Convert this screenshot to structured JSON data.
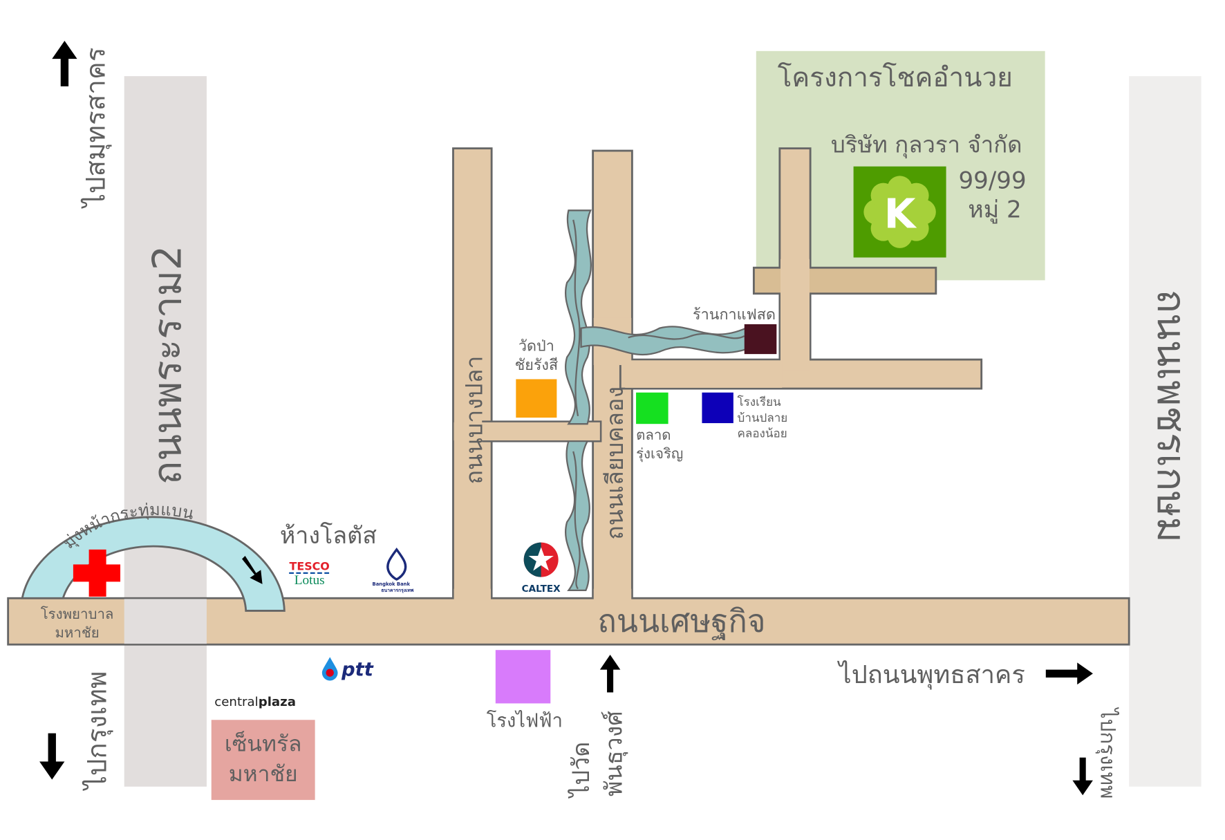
{
  "map": {
    "project_name": "โครงการโชคอำนวย",
    "company": "บริษัท กุลวรา จำกัด",
    "address_line1": "99/99",
    "address_line2": "หมู่ 2",
    "logo_letter": "K",
    "roads": {
      "rama2": "ถนนพระราม2",
      "phetkasem": "ถนนเพชรเกษม",
      "setthakit": "ถนนเศษฐกิจ",
      "bang_pla": "ถนนบางปลา",
      "liap_khlong": "ถนนเลียบคลอง"
    },
    "directions": {
      "to_samut_sakhon": "ไปสมุทรสาคร",
      "to_bangkok_left": "ไปกรุงเทพ",
      "to_bangkok_right": "ไปกรุงเทพ",
      "to_phutthasakhon": "ไปถนนพุทธสาคร",
      "to_wat_line1": "ไปวัด",
      "to_wat_line2": "พันธุวงศ์",
      "uturn": "มุ่งหน้ากระทุ่มแบน"
    },
    "landmarks": {
      "hospital_line1": "โรงพยาบาล",
      "hospital_line2": "มหาชัย",
      "lotus_label": "ห้างโลตัส",
      "tesco": "TESCO",
      "lotus": "Lotus",
      "bangkok_bank_en": "Bangkok Bank",
      "bangkok_bank_th": "ธนาคารกรุงเทพ",
      "caltex": "CALTEX",
      "ptt": "ptt",
      "central_plain": "central",
      "central_bold": "plaza",
      "central_th_line1": "เซ็นทรัล",
      "central_th_line2": "มหาชัย",
      "power_plant": "โรงไฟฟ้า",
      "temple_line1": "วัดป่า",
      "temple_line2": "ชัยรังสี",
      "market_line1": "ตลาด",
      "market_line2": "รุ่งเจริญ",
      "school_line1": "โรงเรียน",
      "school_line2": "บ้านปลาย",
      "school_line3": "คลองน้อย",
      "coffee": "ร้านกาแฟสด"
    },
    "colors": {
      "road": "#e3c9a8",
      "highway": "#e2dedd",
      "project_area": "#d6e2c3",
      "river": "#93bfbf",
      "temple": "#fba20b",
      "market": "#15e020",
      "school": "#0d00b8",
      "coffee": "#4a1220",
      "power_plant": "#d87bfb",
      "central": "#e5a5a0",
      "logo": "#4e9c00"
    }
  }
}
